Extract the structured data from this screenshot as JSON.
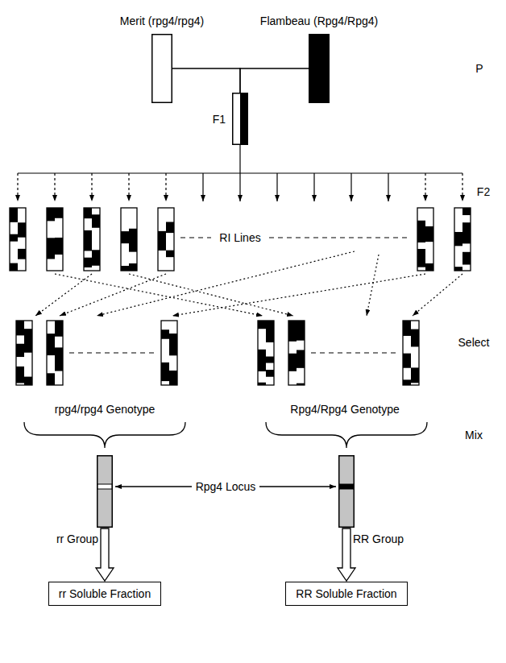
{
  "diagram": {
    "nodes": [
      {
        "text": [
          "Merit (rpg4/rpg4)"
        ]
      },
      {
        "text": [
          "Flambeau (Rpg4/Rpg4)"
        ]
      },
      {
        "text": [
          "F1"
        ]
      },
      {
        "text": [
          "rr Group"
        ]
      },
      {
        "text": [
          "RR Group"
        ]
      },
      {
        "text": [
          "rr Soluble Fraction"
        ]
      },
      {
        "text": [
          "RR Soluble Fraction"
        ]
      }
    ],
    "edges": [
      {
        "from": 0,
        "to": 2,
        "arrow": "none"
      },
      {
        "from": 1,
        "to": 2,
        "arrow": "none"
      },
      {
        "from": 3,
        "to": 5,
        "arrow": "to"
      },
      {
        "from": 4,
        "to": 6,
        "arrow": "to"
      }
    ],
    "labels": [
      "P",
      "F2",
      "RI Lines",
      "Select",
      "rpg4/rpg4 Genotype",
      "Rpg4/Rpg4 Genotype",
      "Mix",
      "Rpg4 Locus"
    ]
  }
}
